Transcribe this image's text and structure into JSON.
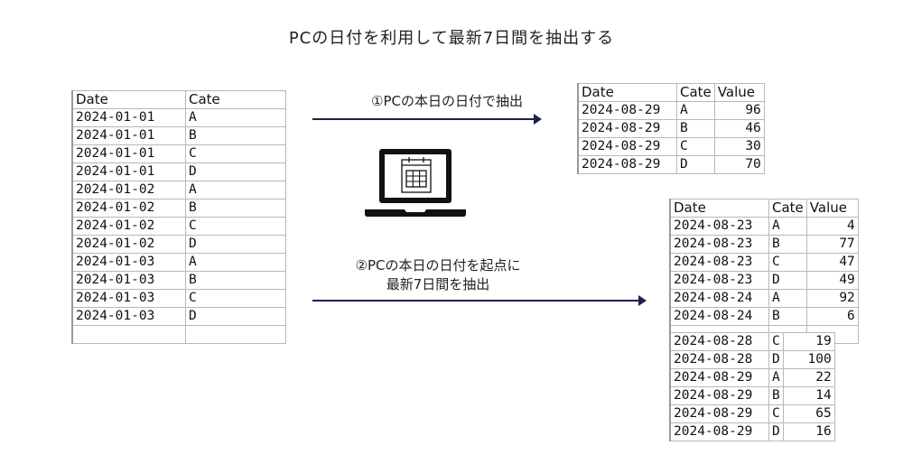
{
  "title": "PCの日付を利用して最新7日間を抽出する",
  "source_table": {
    "headers": [
      "Date",
      "Cate"
    ],
    "rows": [
      [
        "2024-01-01",
        "A"
      ],
      [
        "2024-01-01",
        "B"
      ],
      [
        "2024-01-01",
        "C"
      ],
      [
        "2024-01-01",
        "D"
      ],
      [
        "2024-01-02",
        "A"
      ],
      [
        "2024-01-02",
        "B"
      ],
      [
        "2024-01-02",
        "C"
      ],
      [
        "2024-01-02",
        "D"
      ],
      [
        "2024-01-03",
        "A"
      ],
      [
        "2024-01-03",
        "B"
      ],
      [
        "2024-01-03",
        "C"
      ],
      [
        "2024-01-03",
        "D"
      ]
    ]
  },
  "step1": {
    "label": "①PCの本日の日付で抽出"
  },
  "step2": {
    "label_line1": "②PCの本日の日付を起点に",
    "label_line2": "最新7日間を抽出"
  },
  "icon": "laptop-calendar-icon",
  "arrow_color": "#1a2150",
  "result_today": {
    "headers": [
      "Date",
      "Cate",
      "Value"
    ],
    "rows": [
      [
        "2024-08-29",
        "A",
        "96"
      ],
      [
        "2024-08-29",
        "B",
        "46"
      ],
      [
        "2024-08-29",
        "C",
        "30"
      ],
      [
        "2024-08-29",
        "D",
        "70"
      ]
    ]
  },
  "result_7days": {
    "headers": [
      "Date",
      "Cate",
      "Value"
    ],
    "rows_top": [
      [
        "2024-08-23",
        "A",
        "4"
      ],
      [
        "2024-08-23",
        "B",
        "77"
      ],
      [
        "2024-08-23",
        "C",
        "47"
      ],
      [
        "2024-08-23",
        "D",
        "49"
      ],
      [
        "2024-08-24",
        "A",
        "92"
      ],
      [
        "2024-08-24",
        "B",
        "6"
      ]
    ],
    "rows_bottom": [
      [
        "2024-08-28",
        "C",
        "19"
      ],
      [
        "2024-08-28",
        "D",
        "100"
      ],
      [
        "2024-08-29",
        "A",
        "22"
      ],
      [
        "2024-08-29",
        "B",
        "14"
      ],
      [
        "2024-08-29",
        "C",
        "65"
      ],
      [
        "2024-08-29",
        "D",
        "16"
      ]
    ]
  }
}
